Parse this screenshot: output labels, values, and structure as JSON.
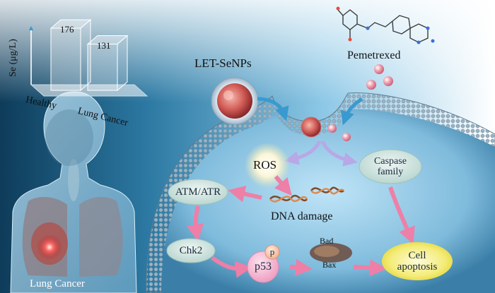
{
  "bar_chart": {
    "y_axis_label": "Se (μg/L)",
    "bars": [
      {
        "label": "Healthy",
        "value": 176
      },
      {
        "label": "Lung Cancer",
        "value": 131
      }
    ]
  },
  "labels": {
    "let_senps": "LET-SeNPs",
    "pemetrexed": "Pemetrexed",
    "lung_cancer": "Lung Cancer"
  },
  "pathway": {
    "ros": "ROS",
    "caspase_line1": "Caspase",
    "caspase_line2": "family",
    "atm_atr": "ATM/ATR",
    "dna_damage": "DNA damage",
    "chk2": "Chk2",
    "p53": "p53",
    "p": "p",
    "bad": "Bad",
    "bax": "Bax",
    "cell_line1": "Cell",
    "cell_line2": "apoptosis"
  }
}
